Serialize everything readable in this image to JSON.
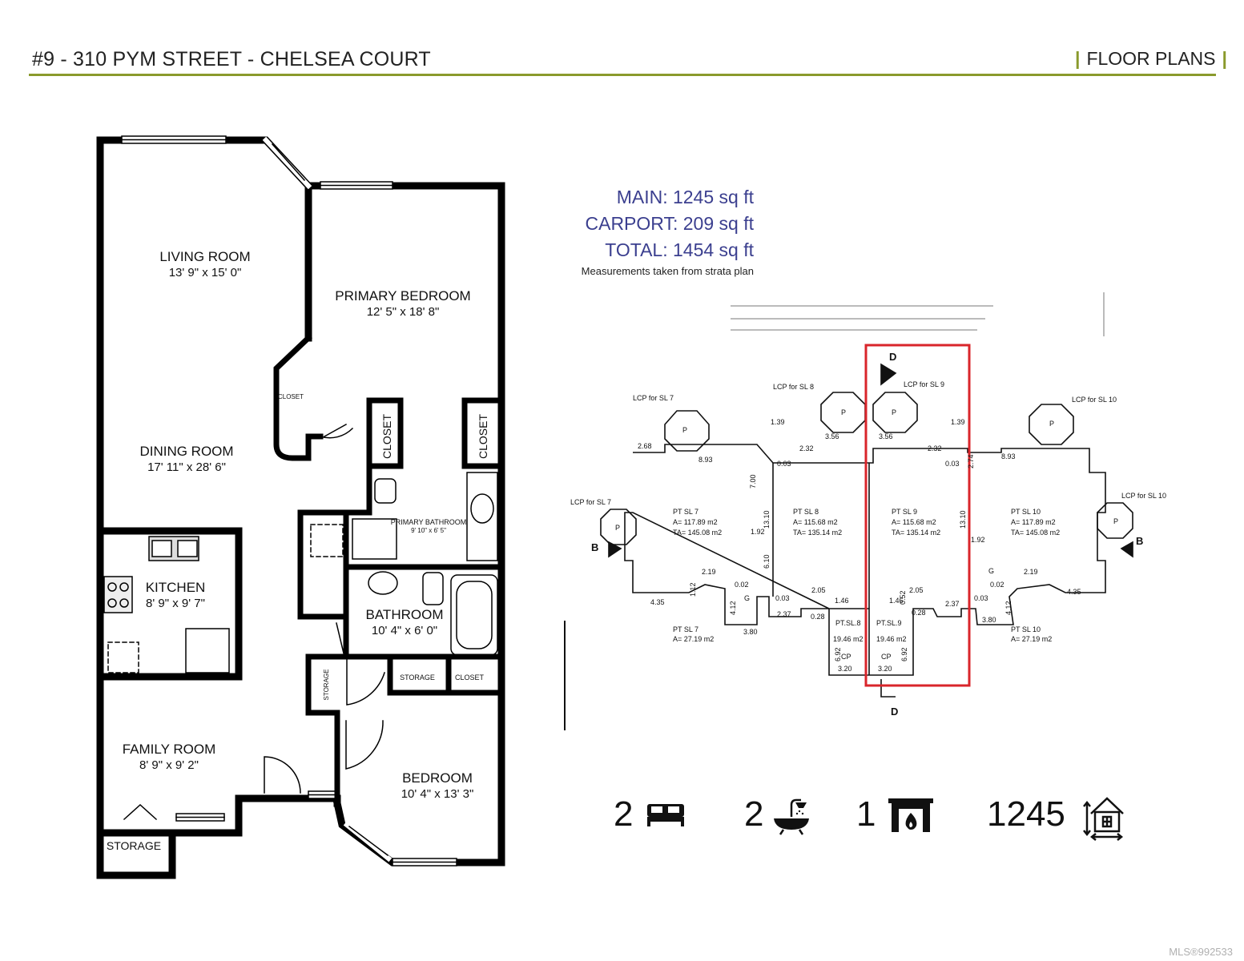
{
  "header": {
    "title": "#9 - 310 PYM STREET - CHELSEA COURT",
    "section": "FLOOR PLANS",
    "bar_char": "|",
    "accent_color": "#8a9a2c"
  },
  "rooms": {
    "living": {
      "name": "LIVING ROOM",
      "dims": "13' 9\" x 15' 0\""
    },
    "primary_bedroom": {
      "name": "PRIMARY BEDROOM",
      "dims": "12' 5\" x 18' 8\""
    },
    "dining": {
      "name": "DINING ROOM",
      "dims": "17' 11\" x 28' 6\""
    },
    "primary_bath": {
      "name": "PRIMARY BATHROOM",
      "dims": "9' 10\" x 6' 5\""
    },
    "kitchen": {
      "name": "KITCHEN",
      "dims": "8' 9\" x 9' 7\""
    },
    "bathroom": {
      "name": "BATHROOM",
      "dims": "10' 4\" x 6' 0\""
    },
    "family": {
      "name": "FAMILY ROOM",
      "dims": "8' 9\" x 9' 2\""
    },
    "bedroom": {
      "name": "BEDROOM",
      "dims": "10' 4\" x 13' 3\""
    },
    "closet_small": "CLOSET",
    "closet_a": "CLOSET",
    "closet_b": "CLOSET",
    "closet_c": "CLOSET",
    "storage_a": "STORAGE",
    "storage_b": "STORAGE",
    "storage_c": "STORAGE"
  },
  "area_stats": {
    "main": "MAIN: 1245 sq ft",
    "carport": "CARPORT: 209 sq ft",
    "total": "TOTAL: 1454 sq ft",
    "note": "Measurements taken from strata plan"
  },
  "strata_plan": {
    "marker_d": "D",
    "marker_b": "B",
    "lcp": [
      "LCP for SL 7",
      "LCP for SL 8",
      "LCP for SL 9",
      "LCP for SL 10",
      "LCP for SL 7",
      "LCP for SL 10"
    ],
    "units": [
      {
        "name": "PT SL 7",
        "a": "A= 117.89 m2",
        "ta": "TA= 145.08 m2"
      },
      {
        "name": "PT SL 8",
        "a": "A= 115.68 m2",
        "ta": "TA= 135.14 m2"
      },
      {
        "name": "PT SL 9",
        "a": "A= 115.68 m2",
        "ta": "TA= 135.14 m2"
      },
      {
        "name": "PT SL 10",
        "a": "A= 117.89 m2",
        "ta": "TA= 145.08 m2"
      }
    ],
    "carports": [
      {
        "name": "PT SL 7",
        "a": "A= 27.19 m2"
      },
      {
        "name": "PT.SL.8",
        "a": "19.46 m2"
      },
      {
        "name": "PT.SL.9",
        "a": "19.46 m2"
      },
      {
        "name": "PT SL 10",
        "a": "A= 27.19 m2"
      }
    ],
    "dims": [
      "2.68",
      "8.93",
      "3.56",
      "2.32",
      "1.39",
      "2.74",
      "0.03",
      "7.00",
      "13.10",
      "6.10",
      "4.35",
      "4.12",
      "3.80",
      "2.37",
      "2.05",
      "1.46",
      "0.52",
      "0.28",
      "3.20",
      "6.92",
      "1.92",
      "2.19",
      "1.12",
      "0.02",
      "CP",
      "G",
      "P"
    ],
    "highlight_color": "#d9252b"
  },
  "summary": {
    "bedrooms": "2",
    "bathrooms": "2",
    "fireplaces": "1",
    "sqft": "1245"
  },
  "watermark": "MLS®992533"
}
